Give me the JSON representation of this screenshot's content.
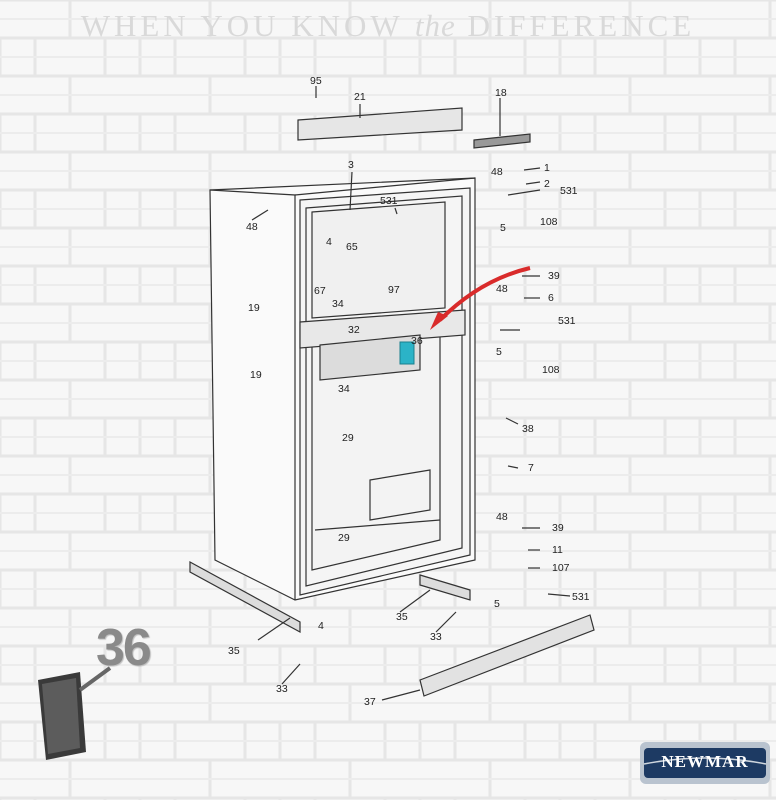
{
  "header": {
    "tagline_part1": "WHEN YOU KNOW",
    "tagline_emphasis": "the",
    "tagline_part2": "DIFFERENCE"
  },
  "callouts": {
    "p95": "95",
    "p21": "21",
    "p18": "18",
    "p3": "3",
    "p1": "1",
    "p2": "2",
    "p48a": "48",
    "p531a": "531",
    "p531b": "531",
    "p48b": "48",
    "p5a": "5",
    "p108a": "108",
    "p4a": "4",
    "p65": "65",
    "p67": "67",
    "p39a": "39",
    "p48c": "48",
    "p6": "6",
    "p97": "97",
    "p34a": "34",
    "p19a": "19",
    "p32": "32",
    "p531c": "531",
    "p36": "36",
    "p5b": "5",
    "p19b": "19",
    "p34b": "34",
    "p108b": "108",
    "p38": "38",
    "p29a": "29",
    "p7": "7",
    "p48d": "48",
    "p39b": "39",
    "p29b": "29",
    "p11": "11",
    "p107": "107",
    "p5c": "5",
    "p531d": "531",
    "p4b": "4",
    "p35a": "35",
    "p35b": "35",
    "p33a": "33",
    "p33b": "33",
    "p37": "37"
  },
  "inset": {
    "part_number": "36"
  },
  "logo": {
    "text": "NEWMAR"
  },
  "colors": {
    "arrow": "#d92b2b",
    "highlight_part": "#2bb3c7",
    "line": "#333333"
  }
}
